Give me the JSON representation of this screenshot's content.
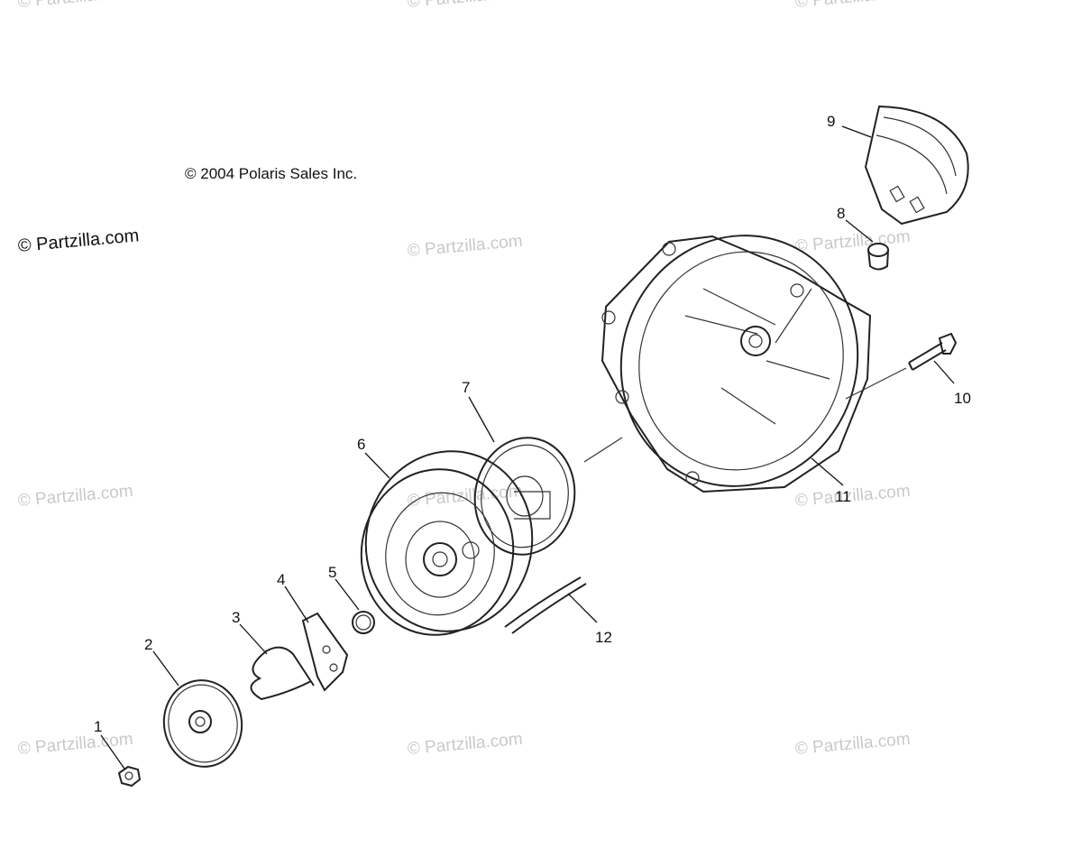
{
  "copyright": "© 2004 Polaris Sales Inc.",
  "brand": "© Partzilla.com",
  "watermark": "© Partzilla.com",
  "callouts": [
    "1",
    "2",
    "3",
    "4",
    "5",
    "6",
    "7",
    "8",
    "9",
    "10",
    "11",
    "12"
  ],
  "parts": [
    {
      "number": "1",
      "icon": "nut-icon"
    },
    {
      "number": "2",
      "icon": "washer-plate-icon"
    },
    {
      "number": "3",
      "icon": "spring-clip-icon"
    },
    {
      "number": "4",
      "icon": "pawl-icon"
    },
    {
      "number": "5",
      "icon": "spring-ring-icon"
    },
    {
      "number": "6",
      "icon": "pulley-icon"
    },
    {
      "number": "7",
      "icon": "recoil-spring-icon"
    },
    {
      "number": "8",
      "icon": "bushing-icon"
    },
    {
      "number": "9",
      "icon": "handle-icon"
    },
    {
      "number": "10",
      "icon": "bolt-icon"
    },
    {
      "number": "11",
      "icon": "housing-icon"
    },
    {
      "number": "12",
      "icon": "rope-icon"
    }
  ]
}
